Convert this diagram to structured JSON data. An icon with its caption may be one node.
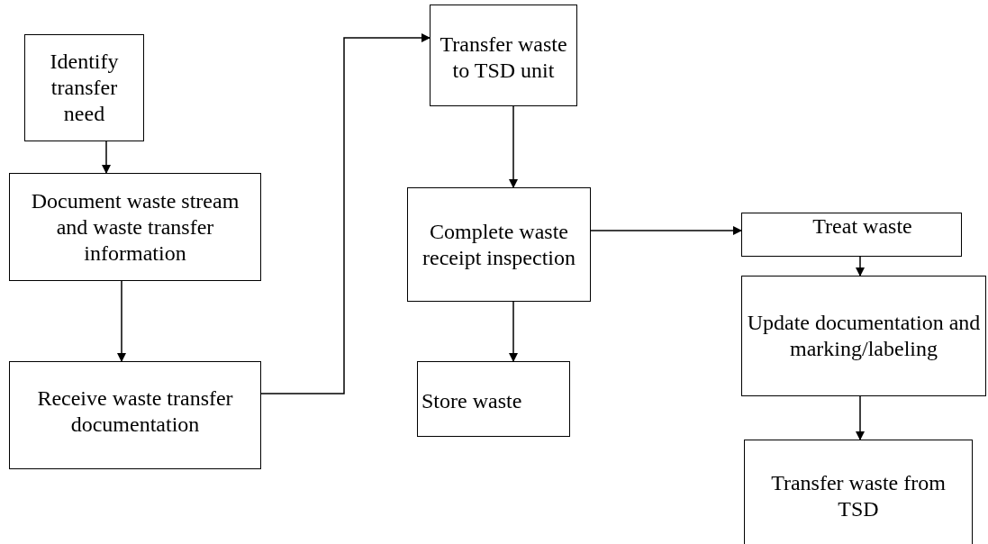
{
  "diagram": {
    "nodes": [
      {
        "text": [
          "Identify transfer need"
        ]
      },
      {
        "text": [
          "Document waste stream and waste transfer information"
        ]
      },
      {
        "text": [
          "Receive waste transfer documentation"
        ]
      },
      {
        "text": [
          "Transfer waste to TSD unit"
        ]
      },
      {
        "text": [
          "Complete waste receipt inspection"
        ]
      },
      {
        "text": [
          "Store waste"
        ]
      },
      {
        "text": [
          "Treat waste"
        ]
      },
      {
        "text": [
          "Update documentation and marking/labeling"
        ]
      },
      {
        "text": [
          "Transfer waste from TSD"
        ]
      }
    ],
    "edges": [
      {
        "from": 0,
        "to": 1,
        "arrow": "to"
      },
      {
        "from": 1,
        "to": 2,
        "arrow": "to"
      },
      {
        "from": 2,
        "to": 3,
        "arrow": "to"
      },
      {
        "from": 3,
        "to": 4,
        "arrow": "to"
      },
      {
        "from": 4,
        "to": 6,
        "arrow": "to"
      },
      {
        "from": 4,
        "to": 5,
        "arrow": "to"
      },
      {
        "from": 6,
        "to": 7,
        "arrow": "to"
      },
      {
        "from": 7,
        "to": 8,
        "arrow": "to"
      }
    ]
  }
}
